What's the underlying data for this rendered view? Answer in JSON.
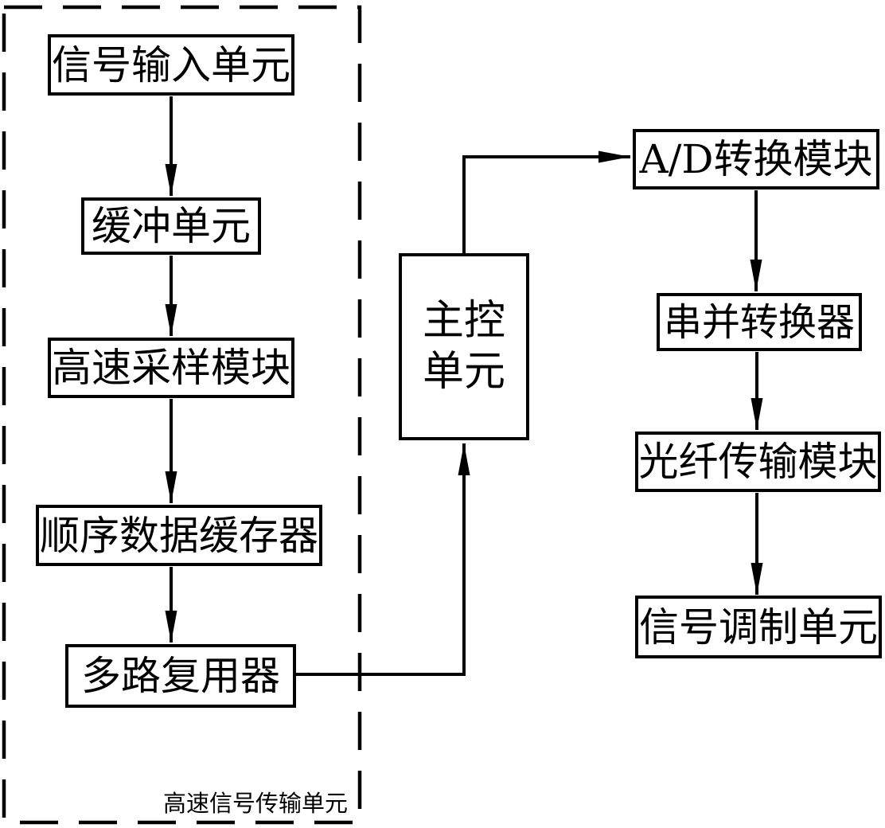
{
  "group": {
    "label": "高速信号传输单元"
  },
  "nodes": {
    "signal_input": "信号输入单元",
    "buffer": "缓冲单元",
    "sampling": "高速采样模块",
    "sequential_buffer": "顺序数据缓存器",
    "multiplexer": "多路复用器",
    "main_control_lines": [
      "主控",
      "单元"
    ],
    "ad_conversion": "A/D转换模块",
    "serial_parallel": "串并转换器",
    "fiber_transmission": "光纤传输模块",
    "signal_modulation": "信号调制单元"
  },
  "edges": [
    {
      "from": "信号输入单元",
      "to": "缓冲单元"
    },
    {
      "from": "缓冲单元",
      "to": "高速采样模块"
    },
    {
      "from": "高速采样模块",
      "to": "顺序数据缓存器"
    },
    {
      "from": "顺序数据缓存器",
      "to": "多路复用器"
    },
    {
      "from": "多路复用器",
      "to": "主控单元"
    },
    {
      "from": "主控单元",
      "to": "A/D转换模块"
    },
    {
      "from": "A/D转换模块",
      "to": "串并转换器"
    },
    {
      "from": "串并转换器",
      "to": "光纤传输模块"
    },
    {
      "from": "光纤传输模块",
      "to": "信号调制单元"
    }
  ],
  "colors": {
    "line": "#000000",
    "background": "#ffffff",
    "box_fill": "#ffffff",
    "text": "#000000"
  }
}
